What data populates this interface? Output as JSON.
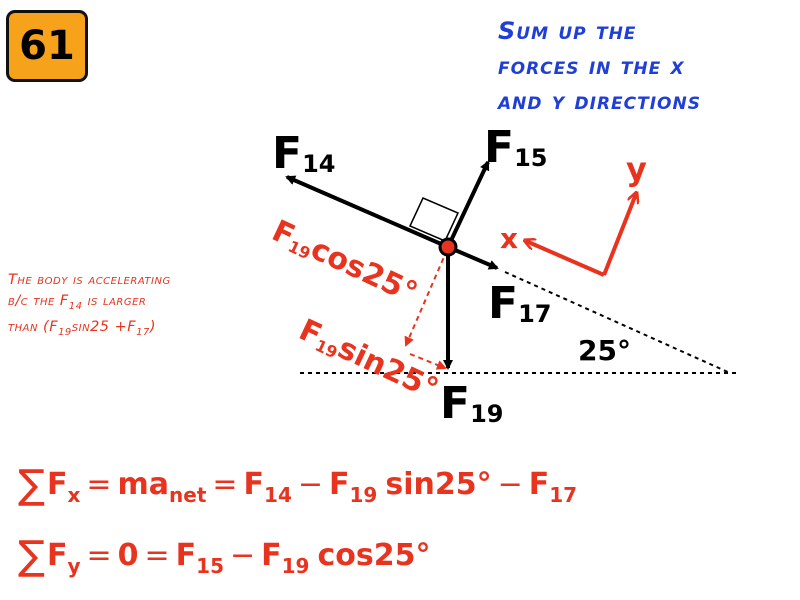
{
  "slide_number": "61",
  "instruction": {
    "line1": "Sum up the",
    "line2": "forces in the x",
    "line3": "and y directions"
  },
  "note": {
    "line1": "The body is accelerating",
    "line2_prefix": "b/c the F",
    "line2_sub": "14",
    "line2_suffix": " is larger",
    "line3_prefix": "than (F",
    "line3_sub1": "19",
    "line3_mid": "sin25 +F",
    "line3_sub2": "17",
    "line3_suffix": ")"
  },
  "labels": {
    "f14": {
      "main": "F",
      "sub": "14"
    },
    "f15": {
      "main": "F",
      "sub": "15"
    },
    "f17": {
      "main": "F",
      "sub": "17"
    },
    "f19": {
      "main": "F",
      "sub": "19"
    },
    "f19cos": {
      "main": "F",
      "sub": "19",
      "rest": "cos25°"
    },
    "f19sin": {
      "main": "F",
      "sub": "19",
      "rest": "sin25°"
    },
    "angle": "25°",
    "axis_x": "x",
    "axis_y": "y"
  },
  "equations": {
    "fx": {
      "sigma": "∑",
      "lhs": "F",
      "lhs_sub": "x",
      "eq1": "=",
      "term1": "ma",
      "term1_sub": "net",
      "eq2": "=",
      "t2": "F",
      "t2_sub": "14",
      "minus1": "−",
      "t3": "F",
      "t3_sub": "19",
      "t3_rest": "sin25°",
      "minus2": "−",
      "t4": "F",
      "t4_sub": "17"
    },
    "fy": {
      "sigma": "∑",
      "lhs": "F",
      "lhs_sub": "y",
      "eq1": "=",
      "zero": "0",
      "eq2": "=",
      "t2": "F",
      "t2_sub": "15",
      "minus1": "−",
      "t3": "F",
      "t3_sub": "19",
      "t3_rest": "cos25°"
    }
  },
  "colors": {
    "black": "#000000",
    "red": "#e8331f",
    "blue": "#1f3fd6",
    "orange": "#f7a21b"
  }
}
